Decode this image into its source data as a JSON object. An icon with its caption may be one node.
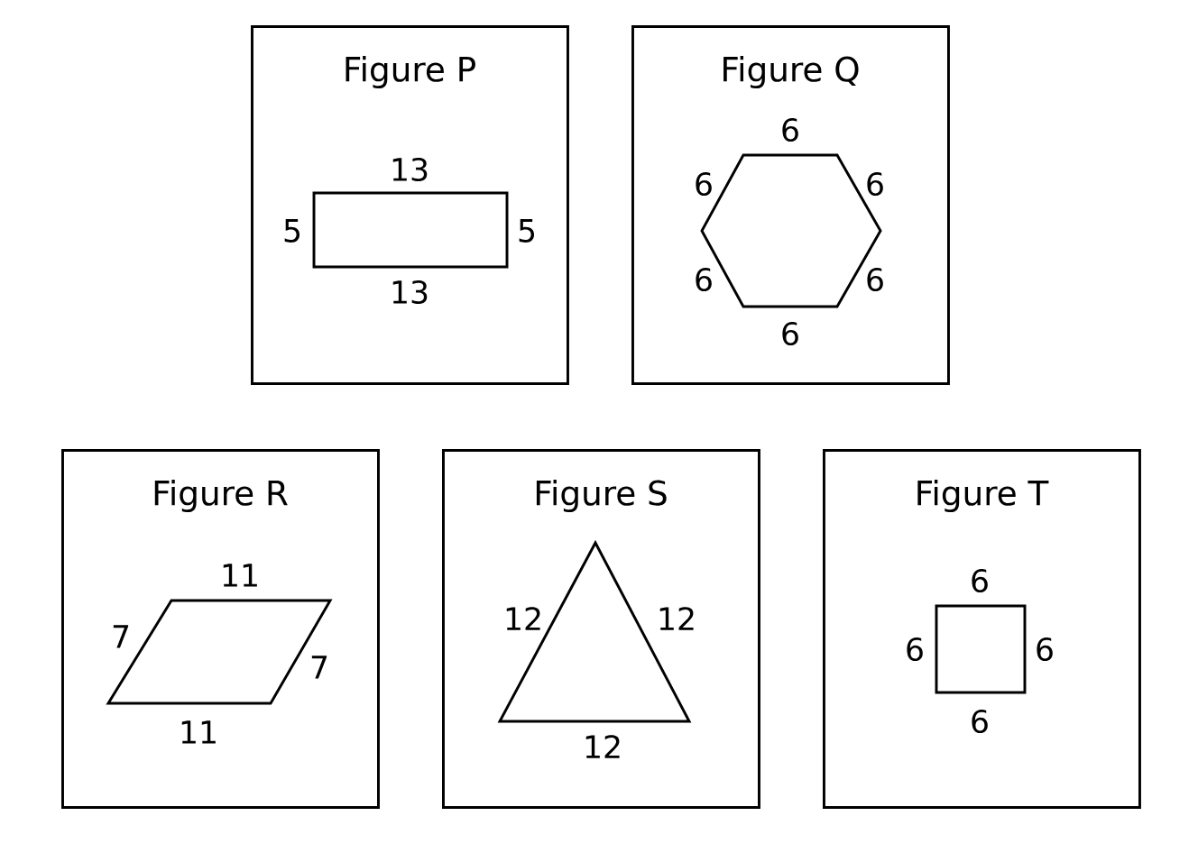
{
  "diagram": {
    "nodes": [
      {
        "text": [
          "Figure P"
        ]
      },
      {
        "text": [],
        "shape": "rectangle",
        "in": 0,
        "beside": [
          "13",
          "5",
          "5",
          "13"
        ]
      },
      {
        "text": [
          "Figure Q"
        ]
      },
      {
        "text": [],
        "shape": "hexagon",
        "in": 2,
        "beside": [
          "6",
          "6",
          "6",
          "6",
          "6",
          "6"
        ]
      },
      {
        "text": [
          "Figure R"
        ]
      },
      {
        "text": [],
        "shape": "parallelogram",
        "in": 4,
        "beside": [
          "11",
          "7",
          "7",
          "11"
        ]
      },
      {
        "text": [
          "Figure S"
        ]
      },
      {
        "text": [],
        "shape": "triangle",
        "in": 6,
        "beside": [
          "12",
          "12",
          "12"
        ]
      },
      {
        "text": [
          "Figure T"
        ]
      },
      {
        "text": [],
        "shape": "square",
        "in": 8,
        "beside": [
          "6",
          "6",
          "6",
          "6"
        ]
      }
    ]
  }
}
